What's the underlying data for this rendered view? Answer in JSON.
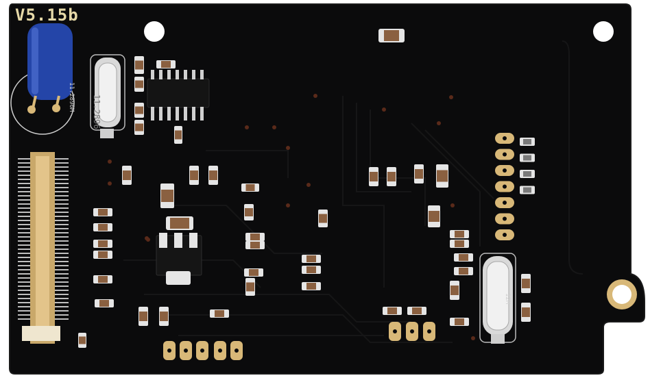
{
  "photo": {
    "subject": "",
    "board_label": "V5.15b",
    "crystal_top_marking": "11.2896",
    "crystal_top_silk": "11.2896M",
    "crystal_bottom_silk": "12M",
    "colors": {
      "pcb": "#0b0b0c",
      "pad_gold": "#d8b878",
      "silk": "#e6d9a8",
      "connector": "#c9a86a",
      "capacitor": "#2445a8"
    },
    "icons": [
      "capacitor-icon",
      "crystal-icon",
      "ic-chip-icon",
      "connector-icon",
      "mounting-hole-icon"
    ]
  }
}
